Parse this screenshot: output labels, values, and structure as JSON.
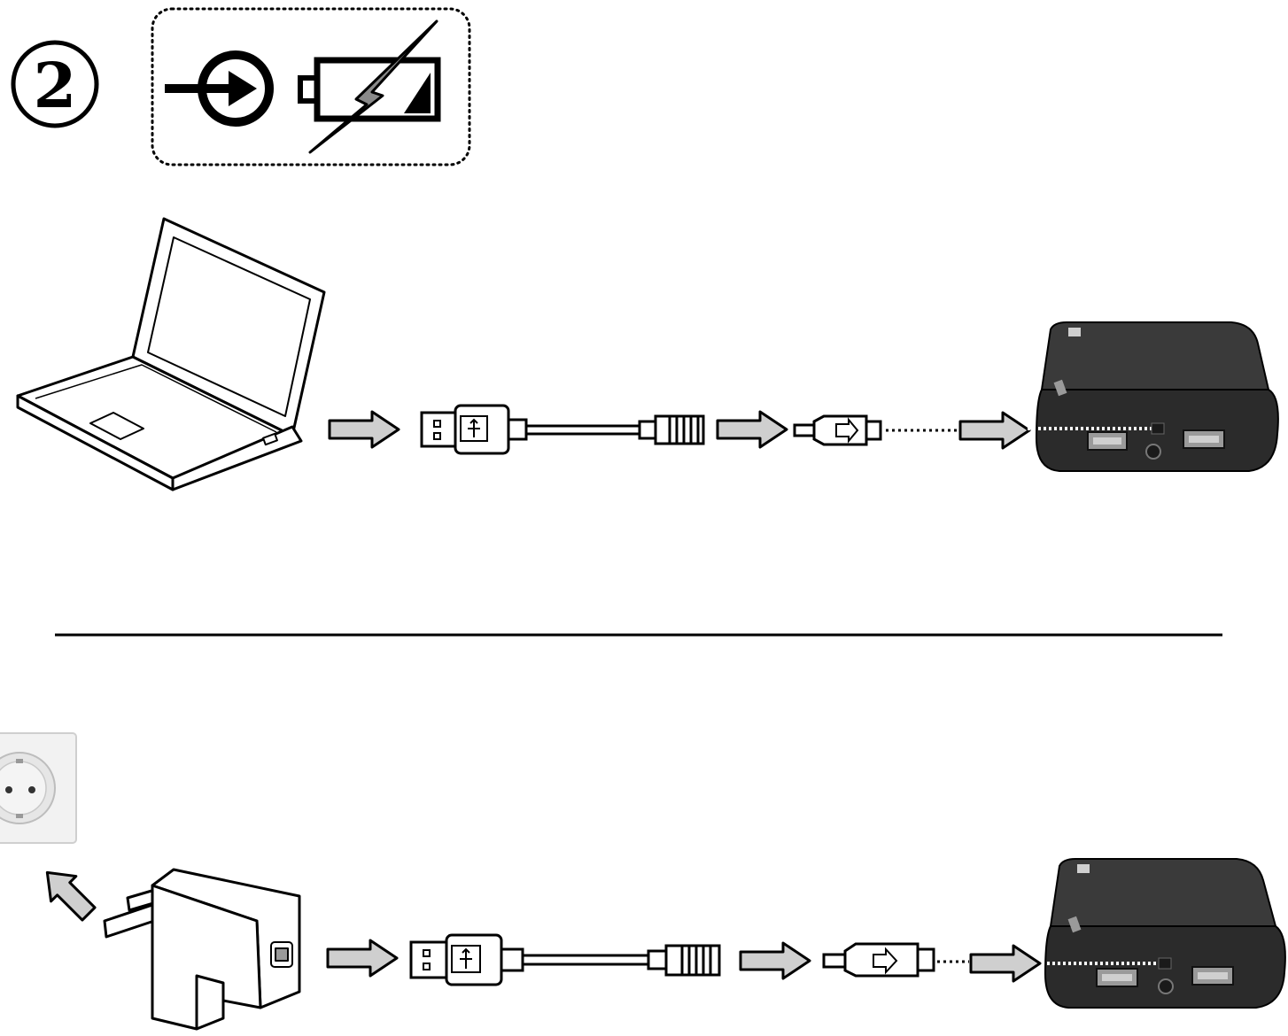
{
  "header": {
    "step_number": "2",
    "icons": [
      "input-arrow-icon",
      "battery-charging-icon"
    ]
  },
  "rows": [
    {
      "name": "laptop-charging",
      "source": "laptop",
      "chain": [
        "arrow",
        "usb-a-connector",
        "cable",
        "arrow",
        "micro-usb-connector",
        "dotted-line",
        "arrow",
        "power-bank"
      ]
    },
    {
      "name": "wall-adapter-charging",
      "source": "wall-socket-and-adapter",
      "chain": [
        "arrow",
        "usb-a-connector",
        "cable",
        "arrow",
        "micro-usb-connector",
        "dotted-line",
        "arrow",
        "power-bank"
      ]
    }
  ],
  "colors": {
    "line": "#000000",
    "arrow_fill": "#cfcfcf",
    "bolt_fill": "#8a8a8a",
    "powerbank_body": "#2b2b2b",
    "powerbank_top": "#3a3a3a",
    "port_fill": "#9a9a9a",
    "socket_plate": "#f2f2f2"
  }
}
